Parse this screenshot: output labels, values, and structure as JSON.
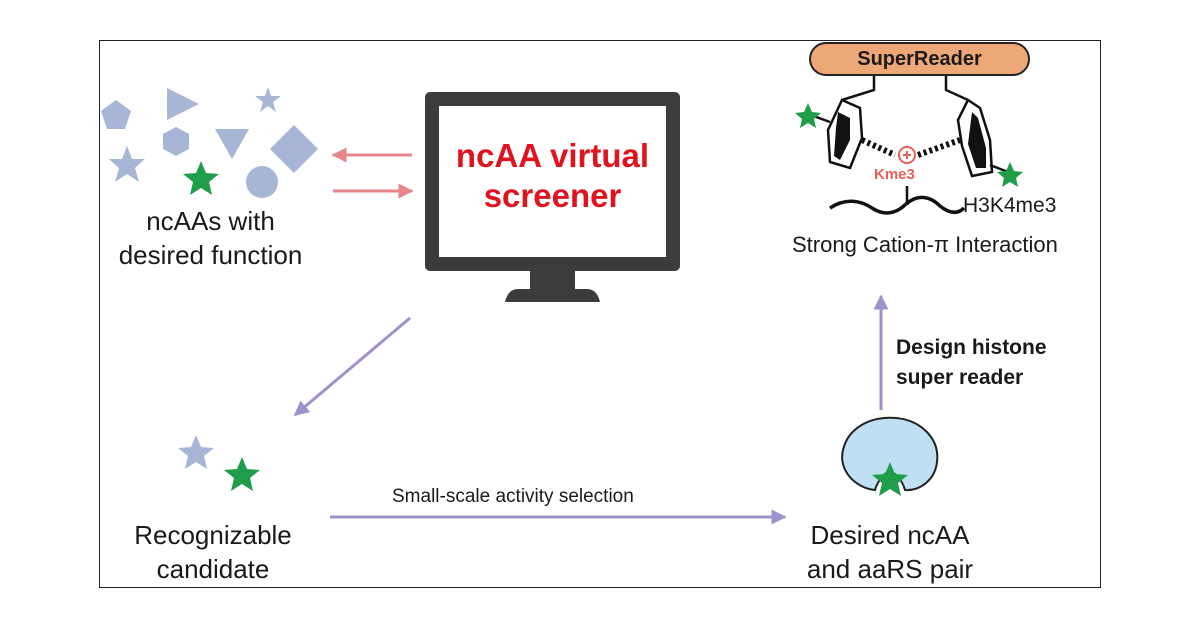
{
  "ncaa_group": {
    "label_line1": "ncAAs with",
    "label_line2": "desired function"
  },
  "screener": {
    "line1": "ncAA virtual",
    "line2": "screener"
  },
  "candidate": {
    "label_line1": "Recognizable",
    "label_line2": "candidate"
  },
  "selection": {
    "arrow_label": "Small-scale activity selection"
  },
  "pair": {
    "label_line1": "Desired ncAA",
    "label_line2": "and aaRS pair"
  },
  "design": {
    "line1": "Design histone",
    "line2": "super reader"
  },
  "super_reader": {
    "title": "SuperReader",
    "charge_label": "Kme3",
    "peptide_label": "H3K4me3",
    "interaction_label": "Strong Cation-π Interaction"
  },
  "colors": {
    "shape_blue": "#a7b6d6",
    "star_green": "#1f9d48",
    "arrow_red": "#e7868a",
    "arrow_purple": "#9b94cc",
    "screen_text_red": "#e0141e",
    "pill_orange": "#eea777",
    "pocket_blue": "#bfe0f2",
    "plus_pink": "#e8605a"
  }
}
